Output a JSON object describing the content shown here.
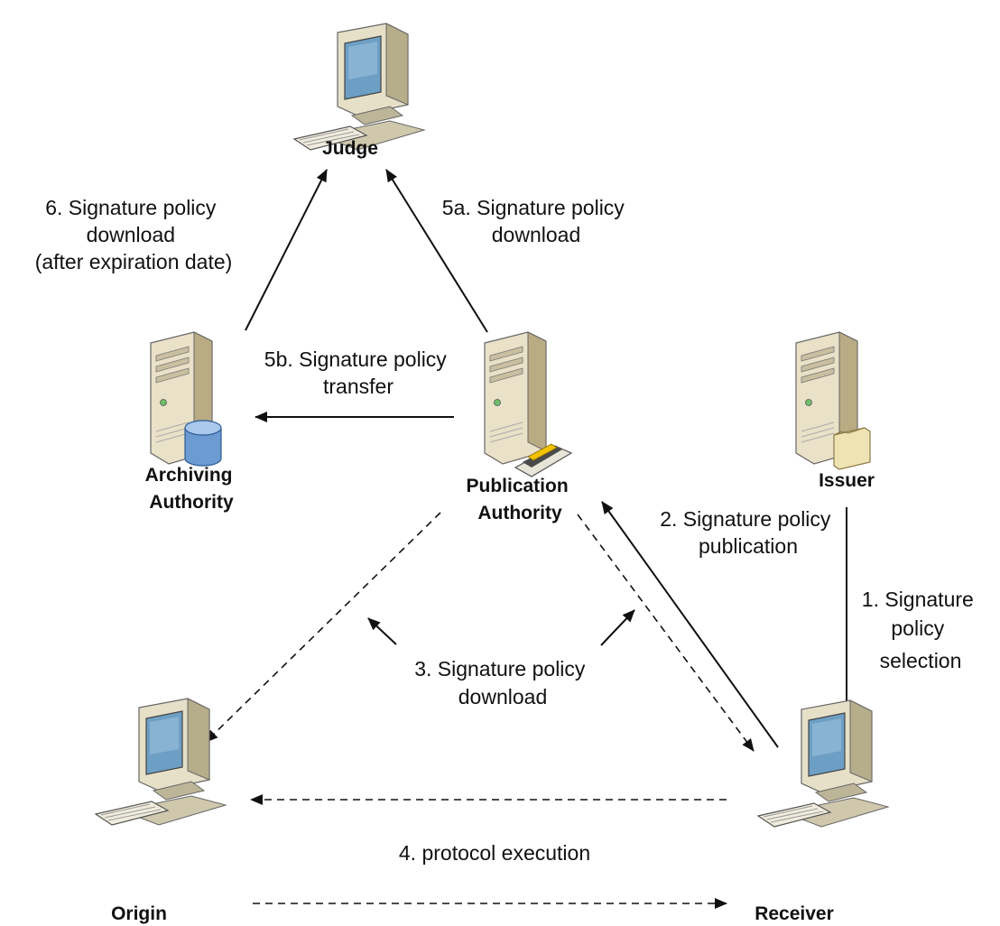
{
  "nodes": {
    "judge": {
      "label": "Judge",
      "icon": "desktop-computer-icon"
    },
    "archiving": {
      "label_lines": [
        "Archiving",
        "Authority"
      ],
      "icon": "database-server-icon"
    },
    "publication": {
      "label_lines": [
        "Publication",
        "Authority"
      ],
      "icon": "publishing-server-icon"
    },
    "issuer": {
      "label": "Issuer",
      "icon": "file-server-icon"
    },
    "origin": {
      "label": "Origin",
      "icon": "desktop-computer-icon"
    },
    "receiver": {
      "label": "Receiver",
      "icon": "desktop-computer-icon"
    }
  },
  "edges": {
    "e6": [
      "6. Signature policy",
      "download",
      "(after expiration date)"
    ],
    "e5a": [
      "5a. Signature policy",
      "download"
    ],
    "e5b": [
      "5b. Signature policy",
      "transfer"
    ],
    "e2": [
      "2. Signature policy",
      "publication"
    ],
    "e1": [
      "1. Signature",
      "policy",
      "selection"
    ],
    "e3": [
      "3. Signature policy",
      "download"
    ],
    "e4": [
      "4. protocol execution"
    ]
  },
  "colors": {
    "server_body": "#e9e1c8",
    "server_shade": "#b9ab84",
    "monitor_frame": "#d8d2b8",
    "screen": "#6d9fc4",
    "db_cylinder": "#6c9bd2",
    "folder": "#efe3b4",
    "line": "#111111"
  }
}
